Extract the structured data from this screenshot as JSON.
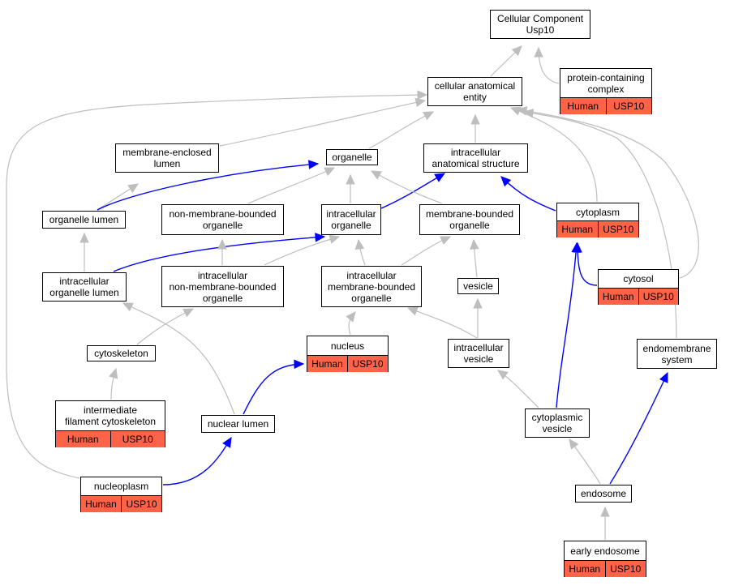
{
  "graph": {
    "nodes": [
      {
        "id": "cellular_component",
        "label": "Cellular Component\nUsp10"
      },
      {
        "id": "cellular_anatomical_entity",
        "label": "cellular anatomical\nentity"
      },
      {
        "id": "protein_containing_complex",
        "label": "protein-containing\ncomplex",
        "species": "Human",
        "gene": "USP10"
      },
      {
        "id": "membrane_enclosed_lumen",
        "label": "membrane-enclosed\nlumen"
      },
      {
        "id": "organelle",
        "label": "organelle"
      },
      {
        "id": "intracellular_anatomical_structure",
        "label": "intracellular\nanatomical structure"
      },
      {
        "id": "organelle_lumen",
        "label": "organelle lumen"
      },
      {
        "id": "non_membrane_bounded_organelle",
        "label": "non-membrane-bounded\norganelle"
      },
      {
        "id": "intracellular_organelle",
        "label": "intracellular\norganelle"
      },
      {
        "id": "membrane_bounded_organelle",
        "label": "membrane-bounded\norganelle"
      },
      {
        "id": "cytoplasm",
        "label": "cytoplasm",
        "species": "Human",
        "gene": "USP10"
      },
      {
        "id": "intracellular_organelle_lumen",
        "label": "intracellular\norganelle lumen"
      },
      {
        "id": "intracellular_non_membrane_bounded_organelle",
        "label": "intracellular\nnon-membrane-bounded\norganelle"
      },
      {
        "id": "intracellular_membrane_bounded_organelle",
        "label": "intracellular\nmembrane-bounded\norganelle"
      },
      {
        "id": "vesicle",
        "label": "vesicle"
      },
      {
        "id": "cytosol",
        "label": "cytosol",
        "species": "Human",
        "gene": "USP10"
      },
      {
        "id": "nucleus",
        "label": "nucleus",
        "species": "Human",
        "gene": "USP10"
      },
      {
        "id": "cytoskeleton",
        "label": "cytoskeleton"
      },
      {
        "id": "intracellular_vesicle",
        "label": "intracellular\nvesicle"
      },
      {
        "id": "endomembrane_system",
        "label": "endomembrane\nsystem"
      },
      {
        "id": "intermediate_filament_cytoskeleton",
        "label": "intermediate\nfilament cytoskeleton",
        "species": "Human",
        "gene": "USP10"
      },
      {
        "id": "nuclear_lumen",
        "label": "nuclear lumen"
      },
      {
        "id": "cytoplasmic_vesicle",
        "label": "cytoplasmic\nvesicle"
      },
      {
        "id": "nucleoplasm",
        "label": "nucleoplasm",
        "species": "Human",
        "gene": "USP10"
      },
      {
        "id": "endosome",
        "label": "endosome"
      },
      {
        "id": "early_endosome",
        "label": "early endosome",
        "species": "Human",
        "gene": "USP10"
      }
    ],
    "edges": [
      {
        "from": "cellular_anatomical_entity",
        "to": "cellular_component",
        "kind": "is_a"
      },
      {
        "from": "protein_containing_complex",
        "to": "cellular_component",
        "kind": "is_a"
      },
      {
        "from": "membrane_enclosed_lumen",
        "to": "cellular_anatomical_entity",
        "kind": "is_a"
      },
      {
        "from": "organelle",
        "to": "cellular_anatomical_entity",
        "kind": "is_a"
      },
      {
        "from": "intracellular_anatomical_structure",
        "to": "cellular_anatomical_entity",
        "kind": "is_a"
      },
      {
        "from": "organelle_lumen",
        "to": "membrane_enclosed_lumen",
        "kind": "is_a"
      },
      {
        "from": "organelle_lumen",
        "to": "organelle",
        "kind": "part_of"
      },
      {
        "from": "non_membrane_bounded_organelle",
        "to": "organelle",
        "kind": "is_a"
      },
      {
        "from": "intracellular_organelle",
        "to": "organelle",
        "kind": "is_a"
      },
      {
        "from": "intracellular_organelle",
        "to": "intracellular_anatomical_structure",
        "kind": "part_of"
      },
      {
        "from": "membrane_bounded_organelle",
        "to": "organelle",
        "kind": "is_a"
      },
      {
        "from": "cytoplasm",
        "to": "intracellular_anatomical_structure",
        "kind": "part_of"
      },
      {
        "from": "cytoplasm",
        "to": "cellular_anatomical_entity",
        "kind": "is_a"
      },
      {
        "from": "intracellular_organelle_lumen",
        "to": "organelle_lumen",
        "kind": "is_a"
      },
      {
        "from": "intracellular_organelle_lumen",
        "to": "intracellular_organelle",
        "kind": "part_of"
      },
      {
        "from": "intracellular_non_membrane_bounded_organelle",
        "to": "non_membrane_bounded_organelle",
        "kind": "is_a"
      },
      {
        "from": "intracellular_non_membrane_bounded_organelle",
        "to": "intracellular_organelle",
        "kind": "is_a"
      },
      {
        "from": "intracellular_membrane_bounded_organelle",
        "to": "intracellular_organelle",
        "kind": "is_a"
      },
      {
        "from": "intracellular_membrane_bounded_organelle",
        "to": "membrane_bounded_organelle",
        "kind": "is_a"
      },
      {
        "from": "vesicle",
        "to": "membrane_bounded_organelle",
        "kind": "is_a"
      },
      {
        "from": "cytosol",
        "to": "cytoplasm",
        "kind": "part_of"
      },
      {
        "from": "cytosol",
        "to": "cellular_anatomical_entity",
        "kind": "is_a"
      },
      {
        "from": "nucleus",
        "to": "intracellular_membrane_bounded_organelle",
        "kind": "is_a"
      },
      {
        "from": "cytoskeleton",
        "to": "intracellular_non_membrane_bounded_organelle",
        "kind": "is_a"
      },
      {
        "from": "intracellular_vesicle",
        "to": "vesicle",
        "kind": "is_a"
      },
      {
        "from": "intracellular_vesicle",
        "to": "intracellular_membrane_bounded_organelle",
        "kind": "is_a"
      },
      {
        "from": "endomembrane_system",
        "to": "cellular_anatomical_entity",
        "kind": "is_a"
      },
      {
        "from": "intermediate_filament_cytoskeleton",
        "to": "cytoskeleton",
        "kind": "is_a"
      },
      {
        "from": "nuclear_lumen",
        "to": "intracellular_organelle_lumen",
        "kind": "is_a"
      },
      {
        "from": "nuclear_lumen",
        "to": "nucleus",
        "kind": "part_of"
      },
      {
        "from": "cytoplasmic_vesicle",
        "to": "intracellular_vesicle",
        "kind": "is_a"
      },
      {
        "from": "cytoplasmic_vesicle",
        "to": "cytoplasm",
        "kind": "part_of"
      },
      {
        "from": "nucleoplasm",
        "to": "nuclear_lumen",
        "kind": "part_of"
      },
      {
        "from": "nucleoplasm",
        "to": "cellular_anatomical_entity",
        "kind": "is_a"
      },
      {
        "from": "endosome",
        "to": "cytoplasmic_vesicle",
        "kind": "is_a"
      },
      {
        "from": "endosome",
        "to": "endomembrane_system",
        "kind": "part_of"
      },
      {
        "from": "early_endosome",
        "to": "endosome",
        "kind": "is_a"
      }
    ],
    "edge_colors": {
      "is_a": "#bebebe",
      "part_of": "#0000ff"
    },
    "annotation_color": "#ff6347"
  }
}
